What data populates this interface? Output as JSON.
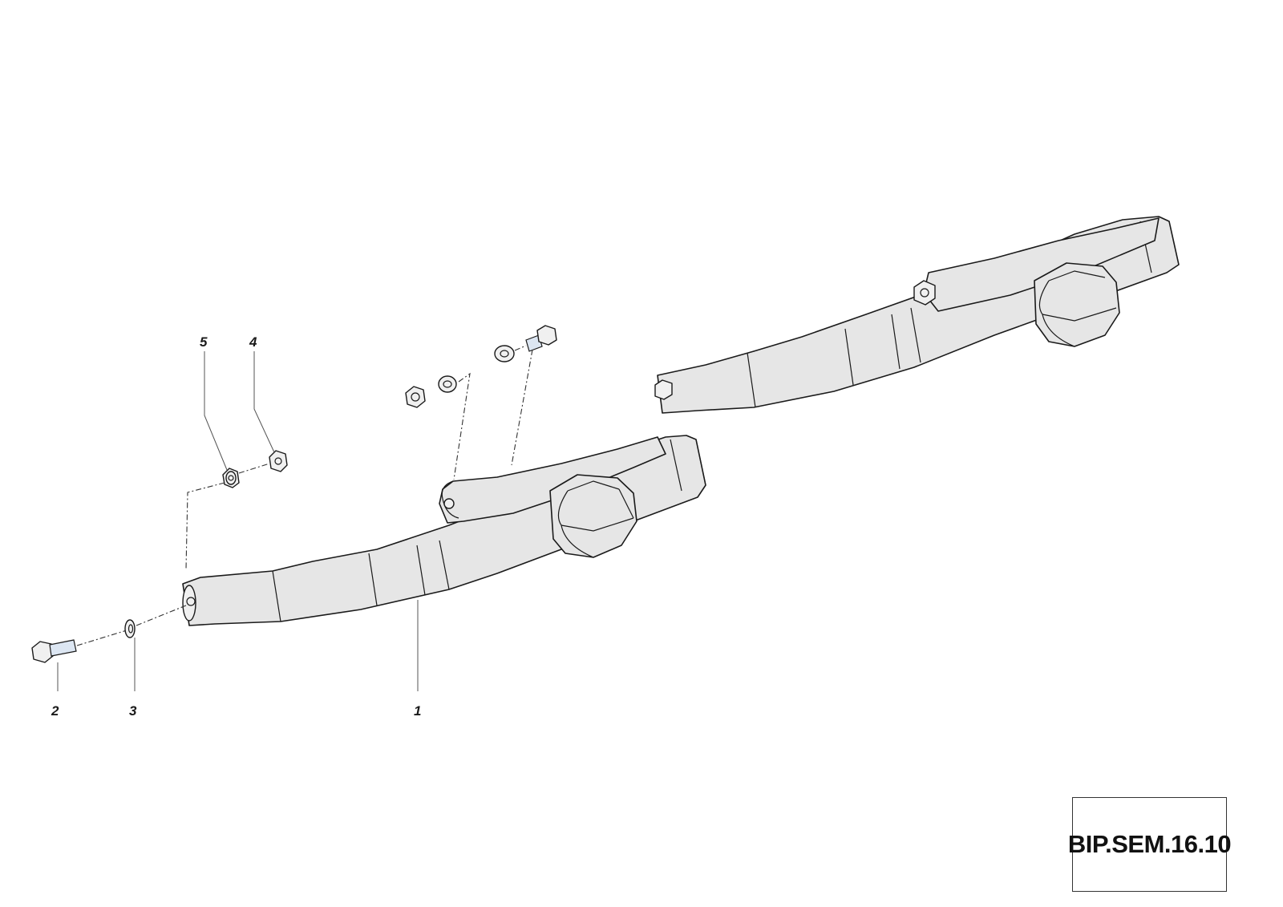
{
  "diagram": {
    "callouts": [
      {
        "id": "c1",
        "label": "1"
      },
      {
        "id": "c2",
        "label": "2"
      },
      {
        "id": "c3",
        "label": "3"
      },
      {
        "id": "c4",
        "label": "4"
      },
      {
        "id": "c5",
        "label": "5"
      }
    ],
    "drawing_code": "BIP.SEM.16.10",
    "colors": {
      "part_fill": "#e6e6e6",
      "outline": "#1a1a1a",
      "bolt_shank": "#dce6f2"
    }
  }
}
